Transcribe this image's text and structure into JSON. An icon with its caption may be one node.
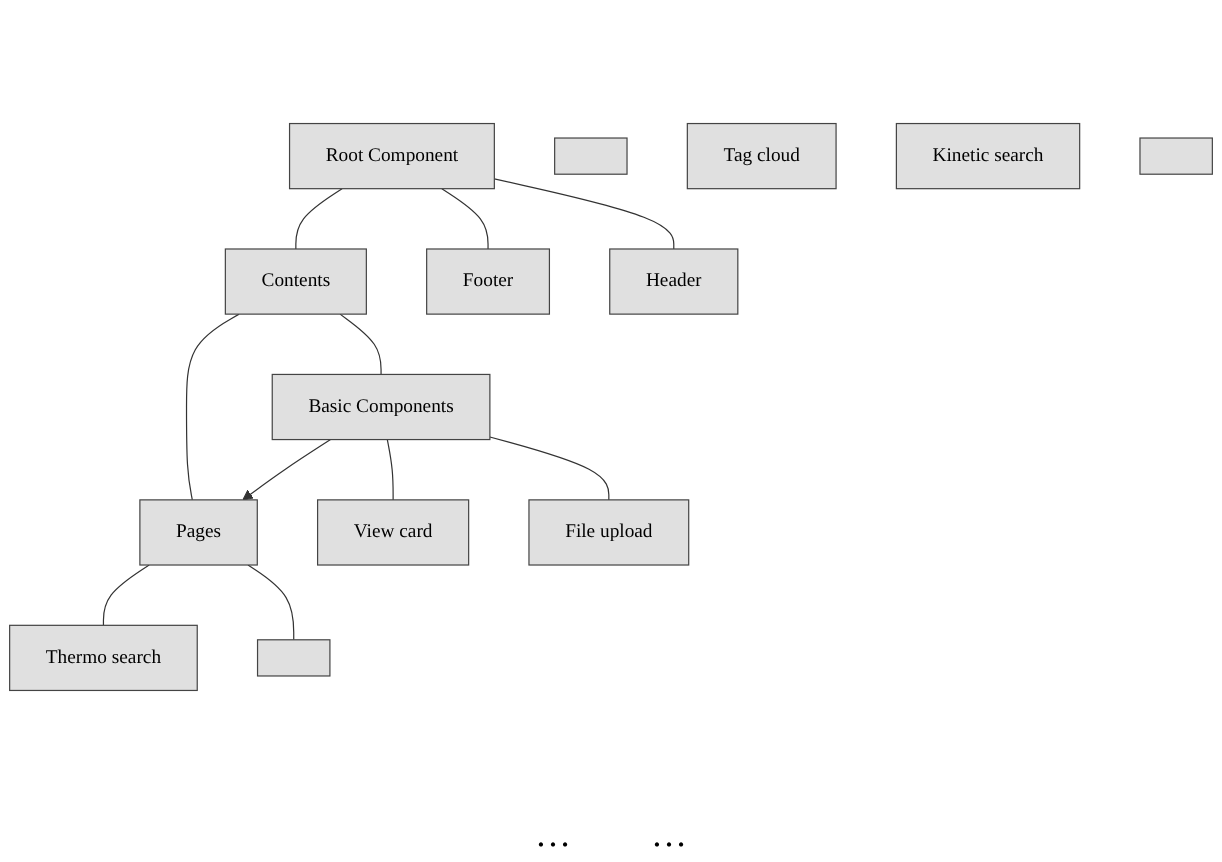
{
  "diagram": {
    "nodes": [
      {
        "text": [
          "Root Component"
        ]
      },
      {
        "text": [
          "Contents"
        ]
      },
      {
        "text": [
          "Footer"
        ]
      },
      {
        "text": [
          "Header"
        ]
      },
      {
        "text": [
          "Basic Components"
        ]
      },
      {
        "text": [
          "Pages"
        ]
      },
      {
        "text": [
          "View card"
        ]
      },
      {
        "text": [
          "File upload"
        ]
      },
      {
        "text": [],
        "shape": "box"
      },
      {
        "text": [
          "Tag cloud"
        ]
      },
      {
        "text": [
          "Thermo search"
        ]
      },
      {
        "text": [],
        "shape": "box"
      },
      {
        "text": [
          "Kinetic search"
        ]
      },
      {
        "text": [],
        "shape": "box"
      }
    ],
    "edges": [
      {
        "from": 0,
        "to": 1,
        "arrow": "none"
      },
      {
        "from": 0,
        "to": 2,
        "arrow": "none"
      },
      {
        "from": 0,
        "to": 3,
        "arrow": "none"
      },
      {
        "from": 1,
        "to": 4,
        "arrow": "none"
      },
      {
        "from": 1,
        "to": 5,
        "arrow": "none"
      },
      {
        "from": 4,
        "to": 5,
        "arrow": "to"
      },
      {
        "from": 4,
        "to": 6,
        "arrow": "none"
      },
      {
        "from": 4,
        "to": 7,
        "arrow": "none"
      },
      {
        "from": 5,
        "to": 10,
        "arrow": "none"
      },
      {
        "from": 5,
        "to": 11,
        "arrow": "none"
      }
    ],
    "labels": [
      "…",
      "…"
    ]
  }
}
